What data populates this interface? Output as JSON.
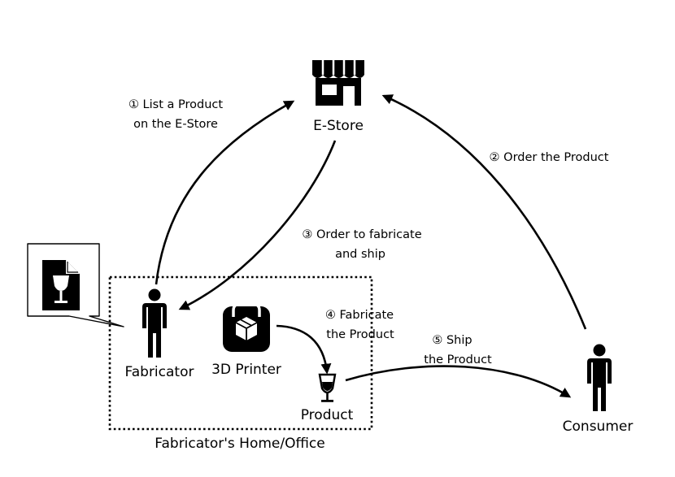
{
  "nodes": {
    "estore": {
      "label": "E-Store",
      "icon": "storefront-icon"
    },
    "fabricator": {
      "label": "Fabricator",
      "icon": "person-icon"
    },
    "printer": {
      "label": "3D Printer",
      "icon": "3d-printer-icon"
    },
    "product": {
      "label": "Product",
      "icon": "wine-glass-icon"
    },
    "consumer": {
      "label": "Consumer",
      "icon": "person-icon"
    },
    "design_file": {
      "icon": "document-wine-glass-icon"
    }
  },
  "region": {
    "label": "Fabricator's Home/Office"
  },
  "steps": {
    "s1": {
      "line1": "① List a Product",
      "line2": "on the E-Store"
    },
    "s2": {
      "line1": "② Order the Product"
    },
    "s3": {
      "line1": "③ Order to fabricate",
      "line2": "and ship"
    },
    "s4": {
      "line1": "④ Fabricate",
      "line2": "the Product"
    },
    "s5": {
      "line1": "⑤ Ship",
      "line2": "the Product"
    }
  },
  "colors": {
    "ink": "#000000",
    "background": "#ffffff"
  }
}
